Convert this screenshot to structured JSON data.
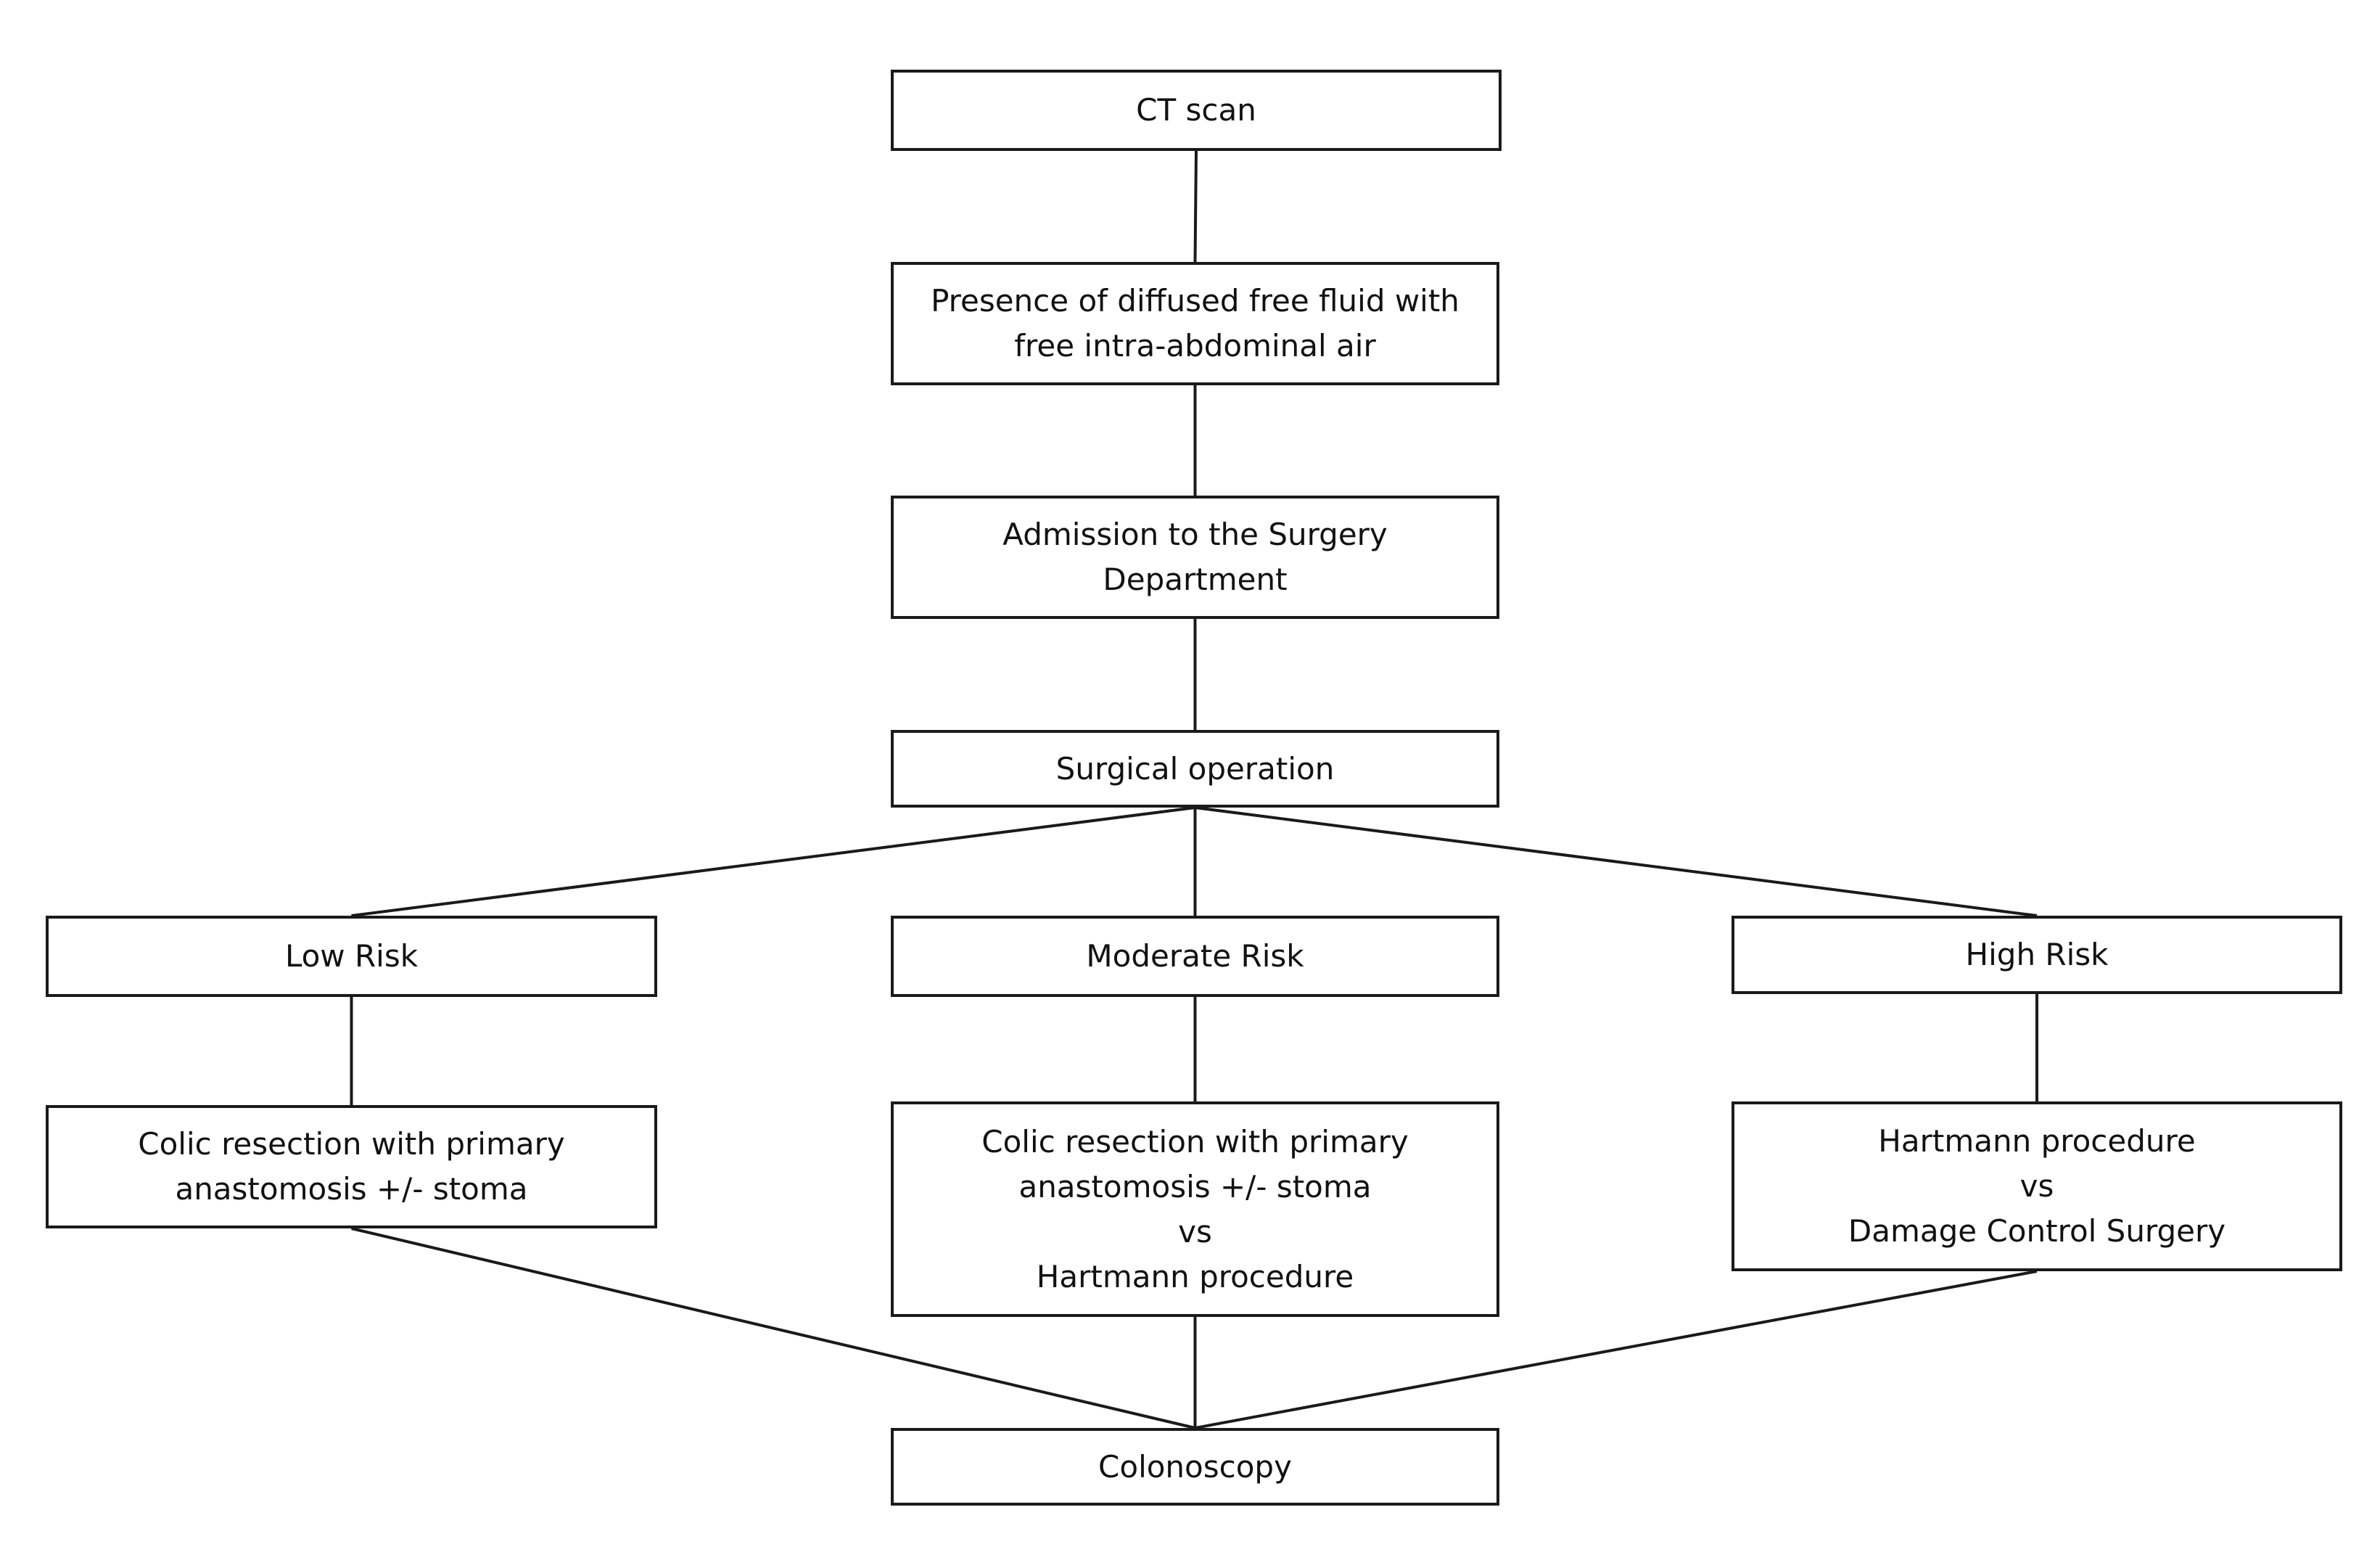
{
  "flowchart": {
    "nodes": {
      "ct_scan": "CT scan",
      "free_fluid": "Presence of diffused free fluid with\nfree intra-abdominal air",
      "admission": "Admission to the Surgery\nDepartment",
      "surgical_operation": "Surgical operation",
      "low_risk": "Low Risk",
      "moderate_risk": "Moderate Risk",
      "high_risk": "High Risk",
      "low_risk_procedure": "Colic resection with primary\nanastomosis +/- stoma",
      "moderate_risk_procedure": "Colic resection with primary\nanastomosis +/- stoma\nvs\nHartmann procedure",
      "high_risk_procedure": "Hartmann procedure\nvs\nDamage Control Surgery",
      "colonoscopy": "Colonoscopy"
    },
    "edges": [
      [
        "ct_scan",
        "free_fluid"
      ],
      [
        "free_fluid",
        "admission"
      ],
      [
        "admission",
        "surgical_operation"
      ],
      [
        "surgical_operation",
        "low_risk"
      ],
      [
        "surgical_operation",
        "moderate_risk"
      ],
      [
        "surgical_operation",
        "high_risk"
      ],
      [
        "low_risk",
        "low_risk_procedure"
      ],
      [
        "moderate_risk",
        "moderate_risk_procedure"
      ],
      [
        "high_risk",
        "high_risk_procedure"
      ],
      [
        "low_risk_procedure",
        "colonoscopy"
      ],
      [
        "moderate_risk_procedure",
        "colonoscopy"
      ],
      [
        "high_risk_procedure",
        "colonoscopy"
      ]
    ]
  }
}
